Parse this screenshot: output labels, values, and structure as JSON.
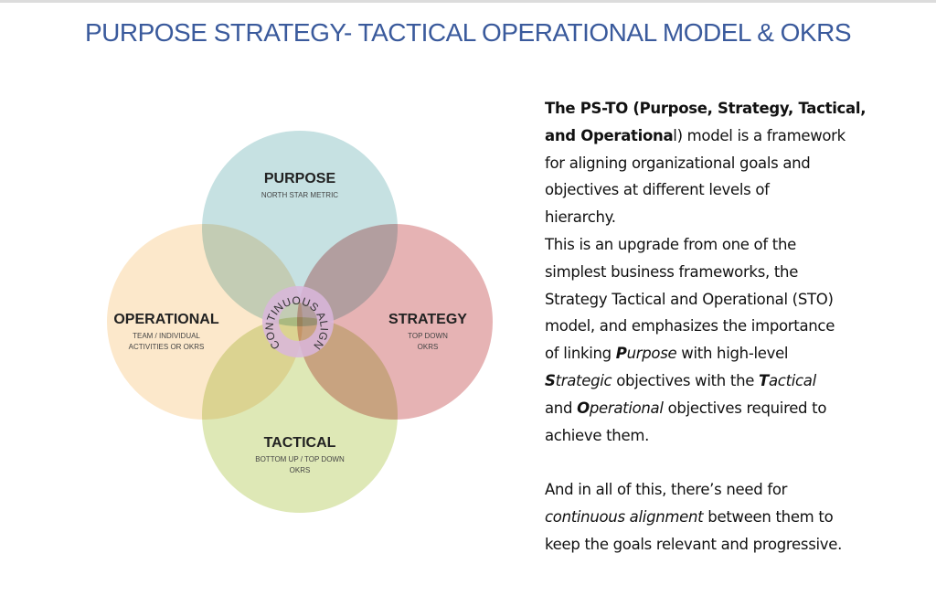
{
  "title": "PURPOSE STRATEGY- TACTICAL OPERATIONAL MODEL & OKRS",
  "diagram": {
    "circles": [
      {
        "id": "purpose",
        "label": "PURPOSE",
        "sub": [
          "NORTH STAR METRIC"
        ],
        "color": "#b9dadc"
      },
      {
        "id": "strategy",
        "label": "STRATEGY",
        "sub": [
          "TOP DOWN",
          "OKRS"
        ],
        "color": "#e0a2a4"
      },
      {
        "id": "tactical",
        "label": "TACTICAL",
        "sub": [
          "BOTTOM UP / TOP DOWN",
          "OKRS"
        ],
        "color": "#d7e3a6"
      },
      {
        "id": "operational",
        "label": "OPERATIONAL",
        "sub": [
          "TEAM /  INDIVIDUAL",
          "ACTIVITIES OR OKRS"
        ],
        "color": "#fbe3bf"
      }
    ],
    "center_label": "CONTINUOUS ALIGNMENT",
    "center_ring_color": "#d9b6dc"
  },
  "description": {
    "lines": [
      [
        {
          "t": "The PS-TO (Purpose, Strategy, Tactical,",
          "s": "b"
        }
      ],
      [
        {
          "t": "and Operationa",
          "s": "b"
        },
        {
          "t": "l) model is a framework",
          "s": ""
        }
      ],
      [
        {
          "t": "for aligning organizational goals and",
          "s": ""
        }
      ],
      [
        {
          "t": "objectives at different levels of",
          "s": ""
        }
      ],
      [
        {
          "t": "hierarchy.",
          "s": ""
        }
      ],
      [
        {
          "t": "This is an upgrade from one of the",
          "s": ""
        }
      ],
      [
        {
          "t": "simplest business frameworks, the",
          "s": ""
        }
      ],
      [
        {
          "t": "Strategy Tactical and Operational (STO)",
          "s": ""
        }
      ],
      [
        {
          "t": "model, and emphasizes the importance",
          "s": ""
        }
      ],
      [
        {
          "t": "of linking ",
          "s": ""
        },
        {
          "t": "P",
          "s": "b i"
        },
        {
          "t": "urpose",
          "s": "i"
        },
        {
          "t": " with high-level",
          "s": ""
        }
      ],
      [
        {
          "t": "S",
          "s": "b i"
        },
        {
          "t": "trategic",
          "s": "i"
        },
        {
          "t": " objectives with the ",
          "s": ""
        },
        {
          "t": "T",
          "s": "b i"
        },
        {
          "t": "actical",
          "s": "i"
        }
      ],
      [
        {
          "t": "and ",
          "s": ""
        },
        {
          "t": "O",
          "s": "b i"
        },
        {
          "t": "perational",
          "s": "i"
        },
        {
          "t": " objectives required to",
          "s": ""
        }
      ],
      [
        {
          "t": "achieve them.",
          "s": ""
        }
      ],
      [],
      [
        {
          "t": "And in all of this, there’s need for",
          "s": ""
        }
      ],
      [
        {
          "t": "continuous alignment",
          "s": "i"
        },
        {
          "t": " between them to",
          "s": ""
        }
      ],
      [
        {
          "t": "keep the goals relevant and progressive.",
          "s": ""
        }
      ]
    ]
  }
}
